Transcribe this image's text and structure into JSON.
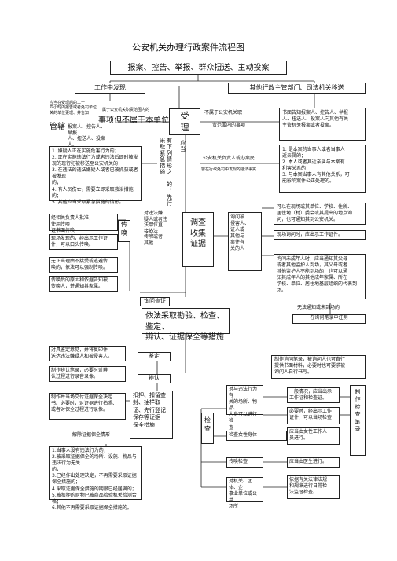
{
  "title": "公安机关办理行政案件流程图",
  "intake": "报案、控告、举报、群众扭送、主动投案",
  "work_found": "工作中发现",
  "other_transfer": "其他行政主管部门、司法机关移送",
  "immediate_accept": "应当在受理后的二十\n四小时内报告或者处罚单位\n关的单位更理、并告知",
  "not_belong_small": "属于公安机关职责范围内的",
  "not_belong_big": "事项但不属于本单位",
  "jurisdiction_big": "管辖",
  "notify_line": "报案人、控告人、举报\n人、扭送人、投案人。",
  "accept": "受\n理",
  "not_police_line1": "不属于公安机关职",
  "not_police_line2": "责范围内的事项",
  "written_notice": "书面告知报案人、控告人、举报\n人、扭送人、投案人向其他有关\n主管机关报案或者投案。",
  "jurisdiction_list": "1. 嫌疑人正在实施危害行为的；\n2. 正在实施违法行为或者违法后即时被发\n现的现行犯被移送至公安机关的；\n3. 在违法的违法嫌疑人或者已被抓获或者被发现\n的；\n4. 有人员伤亡，需要立即采取救治措施的；\n5. 其他应当采取紧急措施的情形。",
  "vert_note": "有下列情形之一的，先行采取紧急措施",
  "vert_note2": "应当",
  "police_not_punish": "公安机关负责人或办案民",
  "transfer_small": "警在行政处罚中发现的违法事实",
  "crime_list": "1. 是本案的当事人或者当事人\n近亲属的；\n2. 本人或者其近亲属与本案有\n利害关系的；\n3. 与本案当事人有其他关系，可\n能影响案件公正处理的。",
  "law_inform_left1": "经相关负责人批准，\n使用传唤\n证书面传唤",
  "summon": "传\n唤",
  "verbal_summon": "对违法嫌\n疑人或者违\n法单位直\n接依法\n传唤或者\n其他",
  "investigate": "调查\n收集\n证据",
  "ask_person": "询问被\n侵害人、\n证人或\n其他与\n案件有\n关的人",
  "other_location": "可以在现场或其单位、学校、住所、\n居住地（村）委会或其提出的地点询\n问，也可通知其到公安机关。",
  "onsite_found": "现场发现的，经出示工作证\n件，可以口头传唤。",
  "onsite_ask": "现场询问时，应出示工作证件。",
  "no_reason": "无正当理由不接受或逃避传\n唤的，依法可以强制传唤。",
  "minor_notice": "询问未成年人时，应当通知其父母\n或者其他监护人到场，其父母或者\n其他监护人不能到场的，也可以通\n知其成年人的其他成年家属、所在\n学校、单位、居住地基层组织的代表到场。",
  "summon_after": "传唤后的原因和依据告知被\n传唤人，并通知其家属。",
  "interrogate": "询问查证",
  "no_adult": "无法通知或未到场的",
  "record_note": "在询问笔录中注明",
  "methods": "依法采取勘验、检查、鉴定、\n辨认、证据保全等措施",
  "appraisal_left": "对具鉴定意见，并将复印件\n送达违法嫌疑人和被侵害人。",
  "appraisal": "鉴定",
  "identify_left": "制作辨认笔录，必要时对辨\n认过程进行录音录像。",
  "identify": "辨认",
  "sealing_box": "扣押、扣留查\n封、抽样取\n证、先行登记\n保存等证据\n保全措施",
  "check": "检\n查",
  "record_write": "制作询问笔录，被询问人也可自行\n提供书面材料，必要时也可要求被\n询问人自行书写。",
  "check_place": "对与违法行为有\n关的场所、物品、\n人身可以进行检\n查",
  "general_check": "一般情况，应当出示\n工作证和检查证。",
  "urgent_check": "必要时，经出示工作\n证件，可以当场检查",
  "make_record": "制\n作\n检\n查\n笔\n录",
  "sealing_left": "制作并当场交付证据保全决定\n书。必要时，对证据进行拍照、\n或者对保全过程进行录像。",
  "female_check": "检查女性身体",
  "female_do": "应当由女性工作人\n员进行。",
  "release": "解除证据保全情形",
  "corpse_check": "传唤检查",
  "doctor_check": "应当由医生进行。",
  "release_list": "1.当事人没有违法行为的；\n2.被采取证据保全的场所、设施、物品与违法行为无关\n的；\n3.已经作出处理决定，不再需要采取证据保全措施的；\n4.采取证据保全措施的期限已经届满的；\n5.被扣押的财物已被商品检验机关检测合格；\n6.其他不再需要采取证据保全措施的。",
  "org_check": "对机关、团体、企\n事业单位或公共\n场所",
  "org_do": "依据有关法律法规\n和规章进行日常检\n法监督检查。"
}
